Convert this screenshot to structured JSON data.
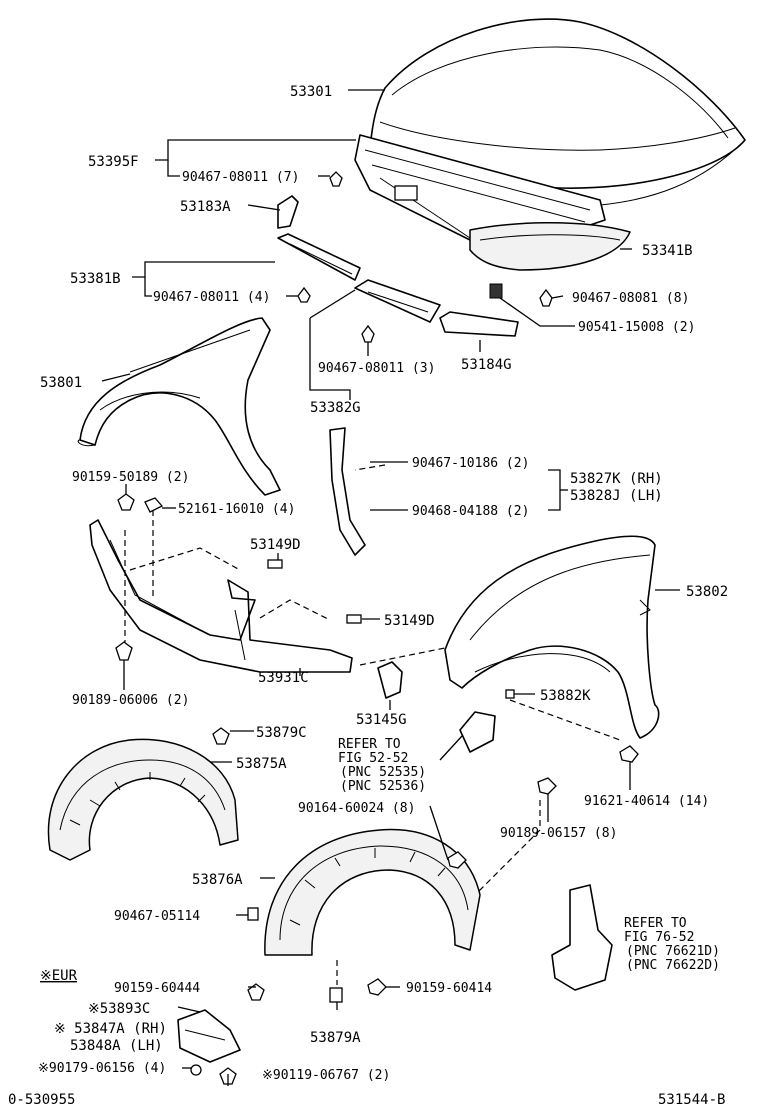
{
  "diagram": {
    "labels": {
      "hood": "53301",
      "hood_seal_f": "53395F",
      "clip_90467_08011_7": "90467-08011 (7)",
      "seal_53183a": "53183A",
      "seal_53341b": "53341B",
      "seal_53381b": "53381B",
      "clip_90467_08011_4": "90467-08011 (4)",
      "clip_90467_08081_8": "90467-08081 (8)",
      "clip_90541_15008_2": "90541-15008 (2)",
      "seal_53184g": "53184G",
      "clip_90467_08011_3": "90467-08011 (3)",
      "seal_53382g": "53382G",
      "fender_rh": "53801",
      "clip_90467_10186_2": "90467-10186 (2)",
      "bracket_rh": "53827K (RH)",
      "bracket_lh": "53828J (LH)",
      "clip_90468_04188_2": "90468-04188 (2)",
      "screw_90159_50189_2": "90159-50189 (2)",
      "clip_52161_16010_4": "52161-16010 (4)",
      "pad_53149d_a": "53149D",
      "pad_53149d_b": "53149D",
      "fender_lh": "53802",
      "clip_90189_06006_2": "90189-06006 (2)",
      "support_53931c": "53931C",
      "bracket_53145g": "53145G",
      "bracket_53882k": "53882K",
      "clip_53879c": "53879C",
      "liner_53875a": "53875A",
      "refer_1_line1": "REFER TO",
      "refer_1_line2": "FIG 52-52",
      "refer_1_line3": "(PNC 52535)",
      "refer_1_line4": "(PNC 52536)",
      "screw_90164_60024_8": "90164-60024 (8)",
      "screw_91621_40614_14": "91621-40614 (14)",
      "clip_90189_06157_8": "90189-06157 (8)",
      "liner_53876a": "53876A",
      "clip_90467_05114": "90467-05114",
      "refer_2_line1": "REFER TO",
      "refer_2_line2": "FIG 76-52",
      "refer_2_line3": "(PNC 76621D)",
      "refer_2_line4": "(PNC 76622D)",
      "eur_note": "※EUR",
      "screw_90159_60444": "90159-60444",
      "screw_90159_60414": "90159-60414",
      "seal_53893c": "※53893C",
      "seal_53847a": "※ 53847A (RH)",
      "seal_53848a": "53848A (LH)",
      "clip_53879a": "53879A",
      "clip_90179_06156_4": "※90179-06156 (4)",
      "clip_90119_06767_2": "※90119-06767 (2)",
      "footer_left": "0-530955",
      "footer_right": "531544-B"
    }
  }
}
